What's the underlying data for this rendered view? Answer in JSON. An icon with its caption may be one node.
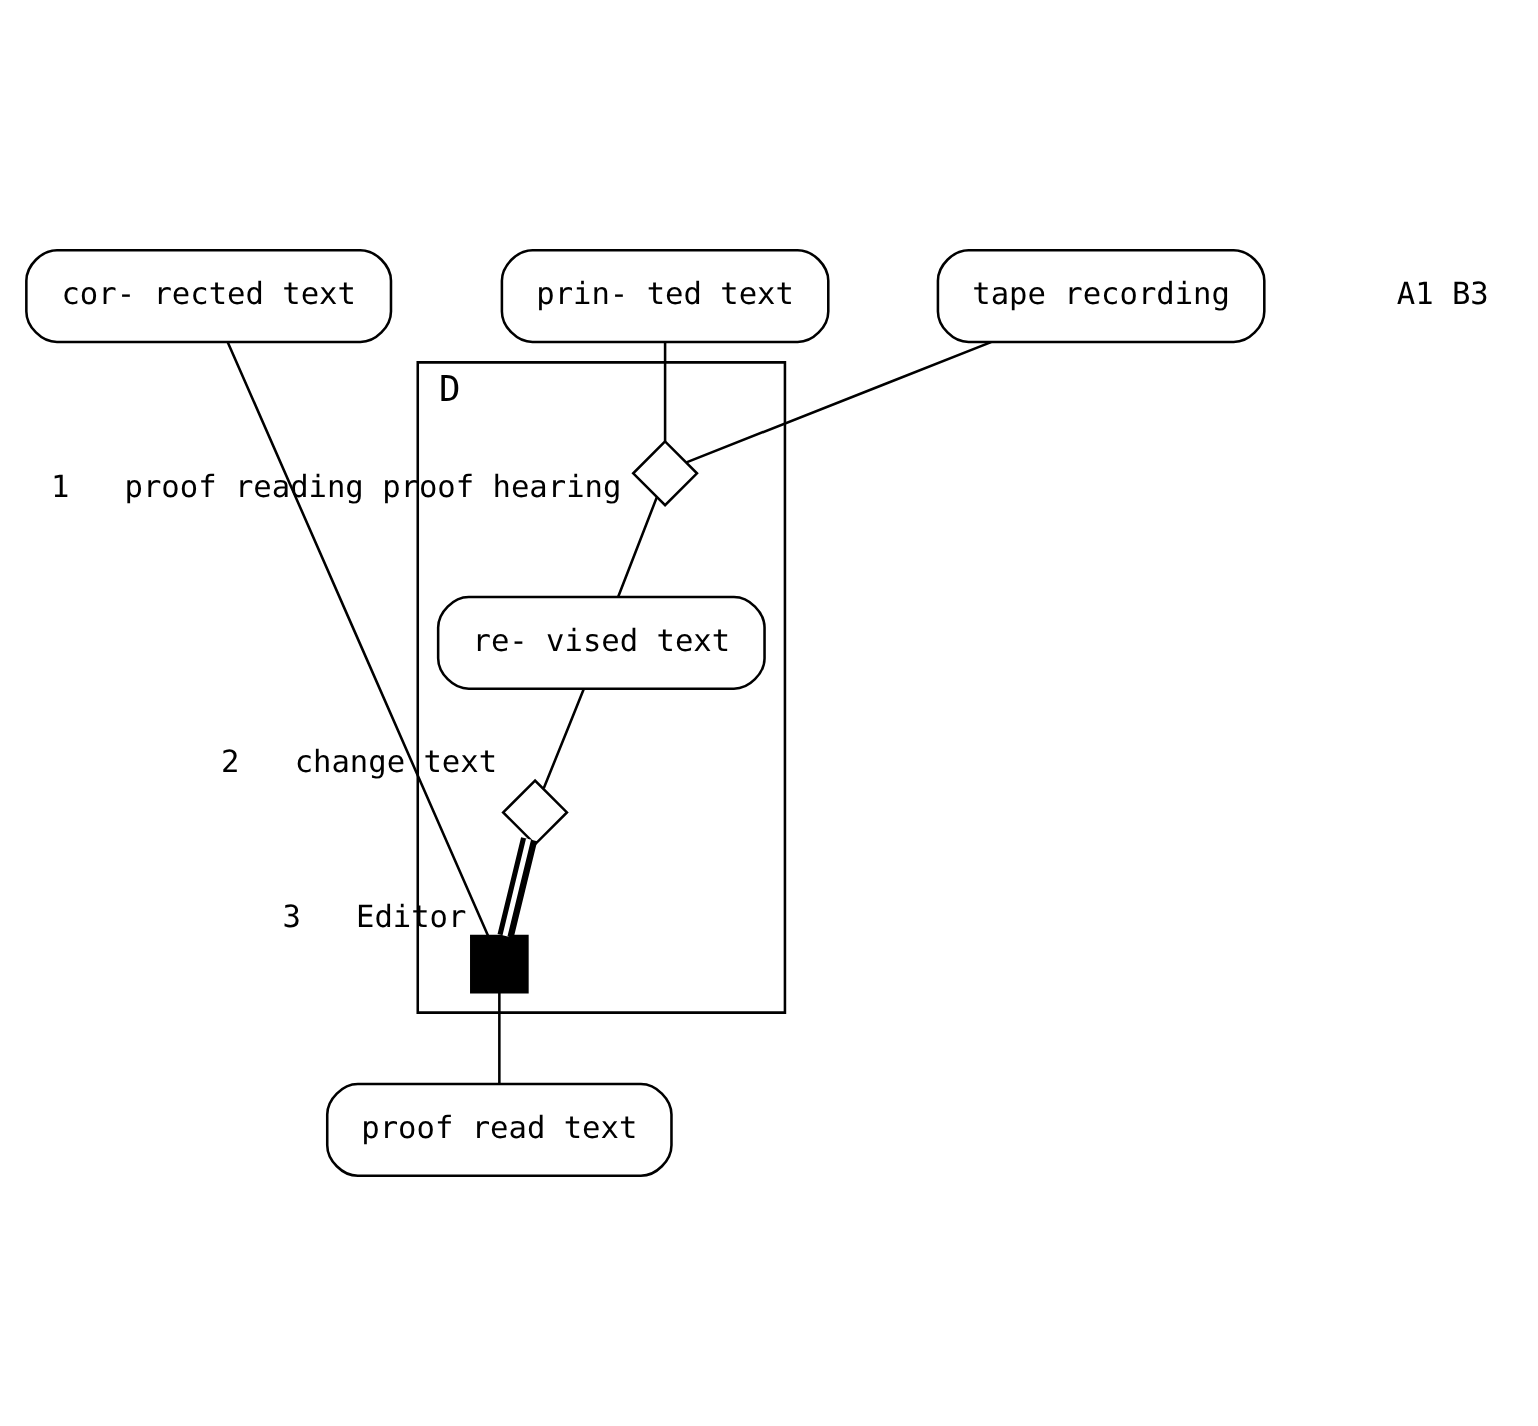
{
  "diagram": {
    "nodes": [
      {
        "text": [
          "D"
        ]
      },
      {
        "text": [
          "cor- rected text"
        ]
      },
      {
        "text": [
          "prin- ted text"
        ]
      },
      {
        "text": [
          "tape recording"
        ]
      },
      {
        "text": [],
        "shape": "diamond",
        "in": 0,
        "beside": [
          "1",
          "proof reading proof hearing"
        ]
      },
      {
        "text": [
          "re- vised text"
        ],
        "in": 0
      },
      {
        "text": [],
        "shape": "diamond",
        "in": 0,
        "beside": [
          "2",
          "change text"
        ]
      },
      {
        "text": [],
        "shape": "box",
        "in": 0,
        "beside": [
          "3",
          "Editor"
        ]
      },
      {
        "text": [
          "proof read text"
        ]
      }
    ],
    "edges": [
      {
        "from": 2,
        "to": 4,
        "arrow": "none"
      },
      {
        "from": 3,
        "to": 4,
        "arrow": "none"
      },
      {
        "from": 4,
        "to": 5,
        "arrow": "none"
      },
      {
        "from": 5,
        "to": 6,
        "arrow": "none"
      },
      {
        "from": 6,
        "to": 7,
        "arrow": "none",
        "style": "thick"
      },
      {
        "from": 1,
        "to": 7,
        "arrow": "none"
      },
      {
        "from": 7,
        "to": 8,
        "arrow": "none"
      }
    ],
    "labels": [
      "A1 B3"
    ]
  }
}
